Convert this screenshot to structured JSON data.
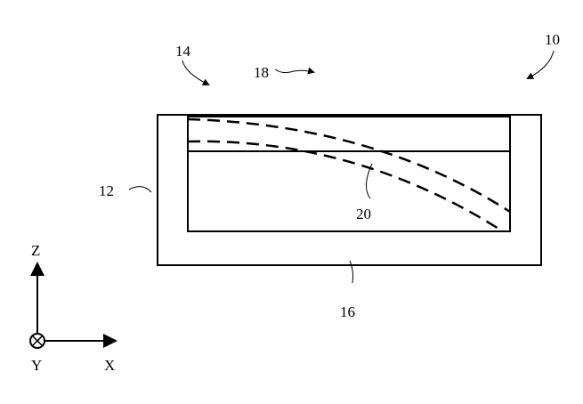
{
  "labels": {
    "device": "10",
    "frame": "12",
    "top_region": "14",
    "bottom": "16",
    "direction": "18",
    "curve": "20"
  },
  "axes": {
    "z": "Z",
    "x": "X",
    "y": "Y"
  }
}
